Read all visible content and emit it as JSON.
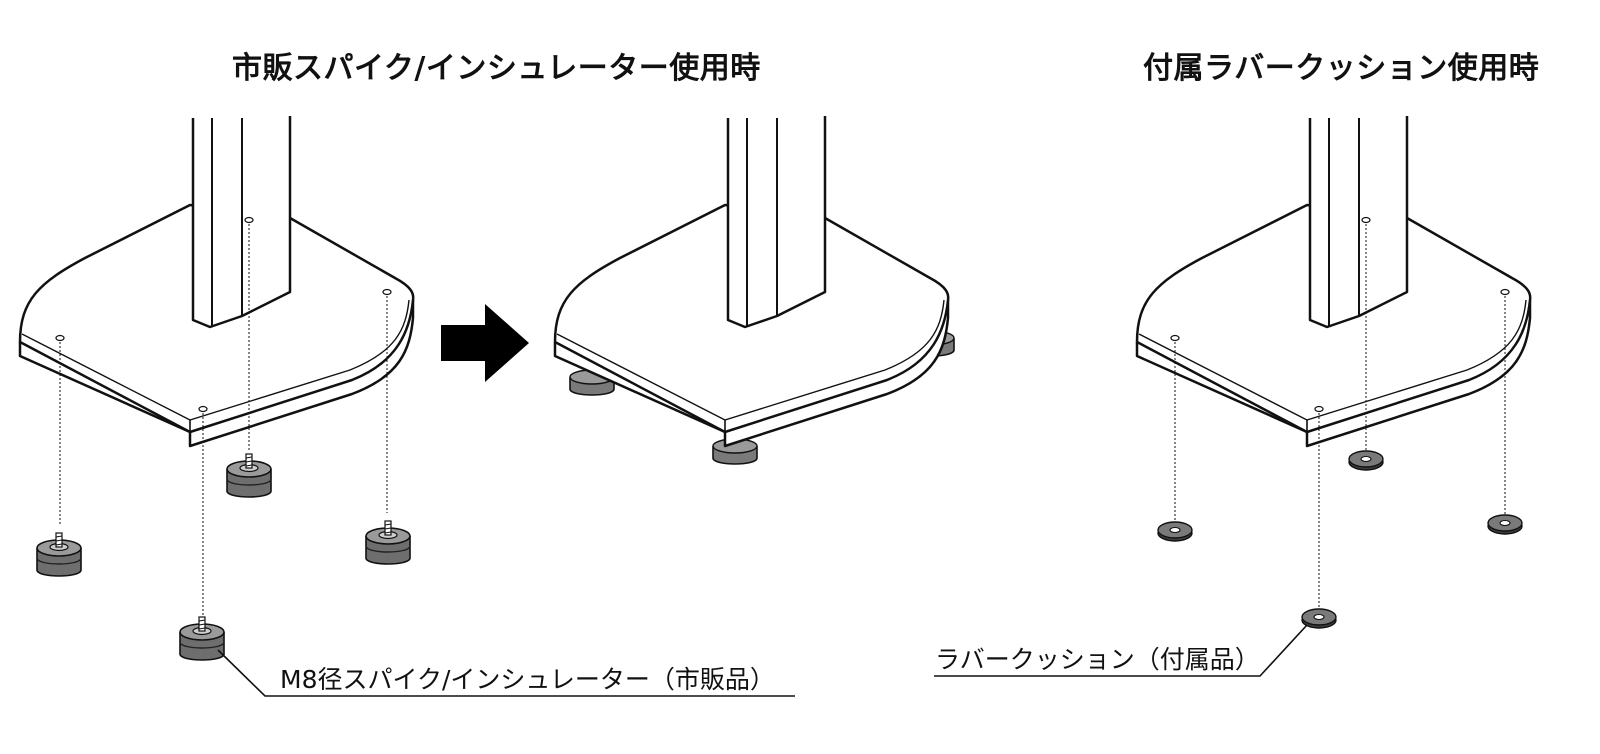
{
  "titles": {
    "left": "市販スパイク/インシュレーター使用時",
    "right": "付属ラバークッション使用時"
  },
  "labels": {
    "spike": "M8径スパイク/インシュレーター（市販品）",
    "cushion": "ラバークッション（付属品）"
  },
  "icons": {
    "arrow": "right-arrow-icon"
  },
  "colors": {
    "line": "#111111",
    "part_fill": "#8c8c8c",
    "part_dark": "#5a5a5a",
    "background": "#ffffff"
  }
}
